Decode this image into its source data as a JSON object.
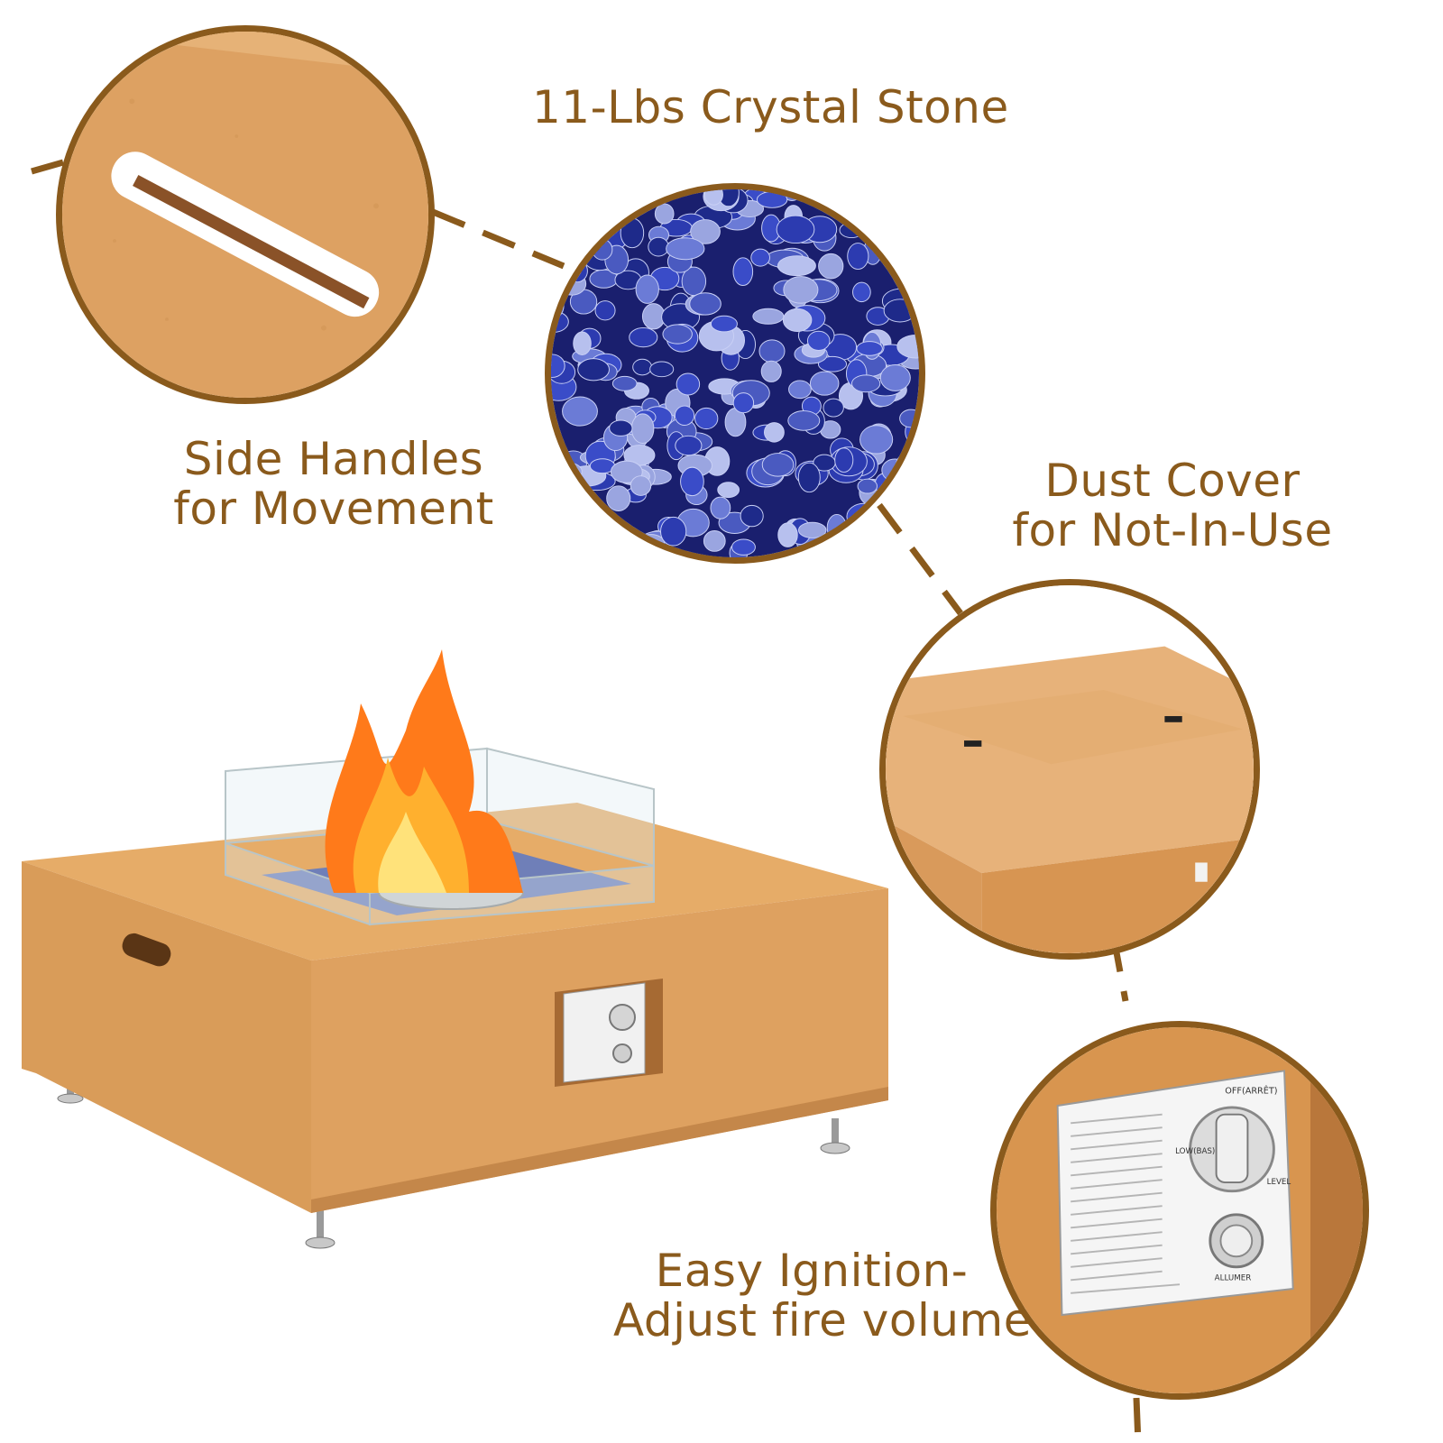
{
  "captions": {
    "stone": "11-Lbs Crystal Stone",
    "handles_line1": "Side Handles",
    "handles_line2": "for Movement",
    "dust_line1": "Dust Cover",
    "dust_line2": "for Not-In-Use",
    "ignition_line1": "Easy Ignition-",
    "ignition_line2": "Adjust fire volume"
  },
  "panel": {
    "off_label": "OFF(ARRÊT)",
    "low_label": "LOW(BAS)",
    "level_label": "LEVEL",
    "ignite_label": "ALLUMER"
  },
  "colors": {
    "accent": "#8a5a1c",
    "body": "#e0a55e",
    "stone_blue": "#2a3aa8",
    "flame": "#ff7a1a"
  }
}
